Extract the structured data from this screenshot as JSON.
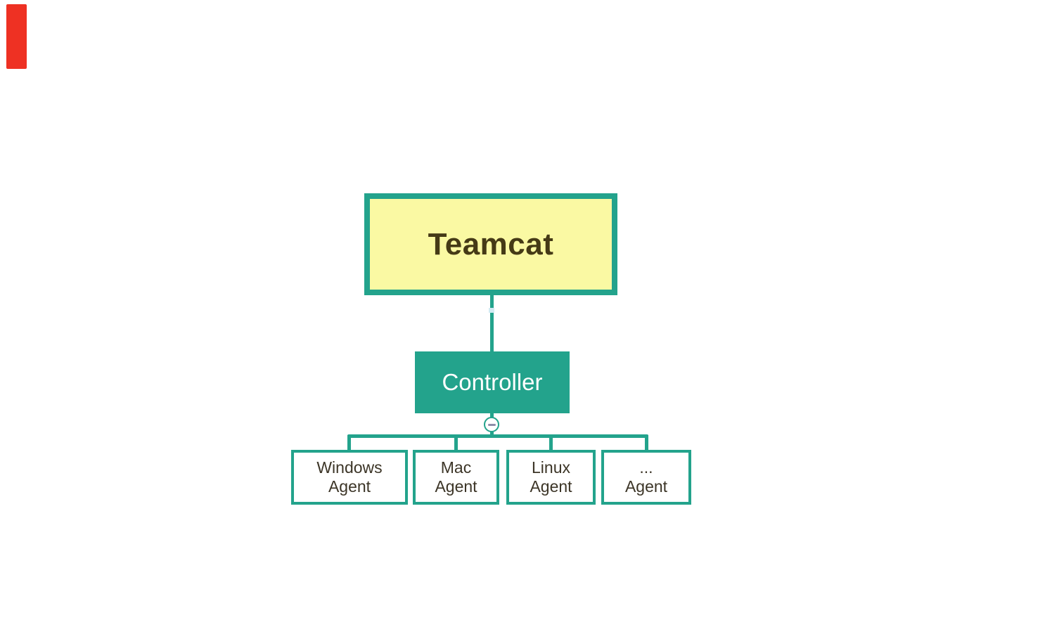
{
  "diagram": {
    "root": {
      "label": "Teamcat"
    },
    "controller": {
      "label": "Controller"
    },
    "agents": [
      {
        "line1": "Windows",
        "line2": "Agent"
      },
      {
        "line1": "Mac",
        "line2": "Agent"
      },
      {
        "line1": "Linux",
        "line2": "Agent"
      },
      {
        "line1": "...",
        "line2": "Agent"
      }
    ],
    "collapse_button": {
      "icon": "minus-icon",
      "symbol": "−"
    },
    "icons": {
      "collapse": "minus-icon"
    },
    "colors": {
      "teal": "#23A38C",
      "node_fill_yellow": "#FAF9A3",
      "root_text": "#453A16",
      "agent_text": "#3C3527",
      "controller_text": "#FFFFFF",
      "minus": "#8D8DA8",
      "red_marker": "#EE3123",
      "handle_notch": "#D2EBF3",
      "background": "#FFFFFF"
    }
  }
}
